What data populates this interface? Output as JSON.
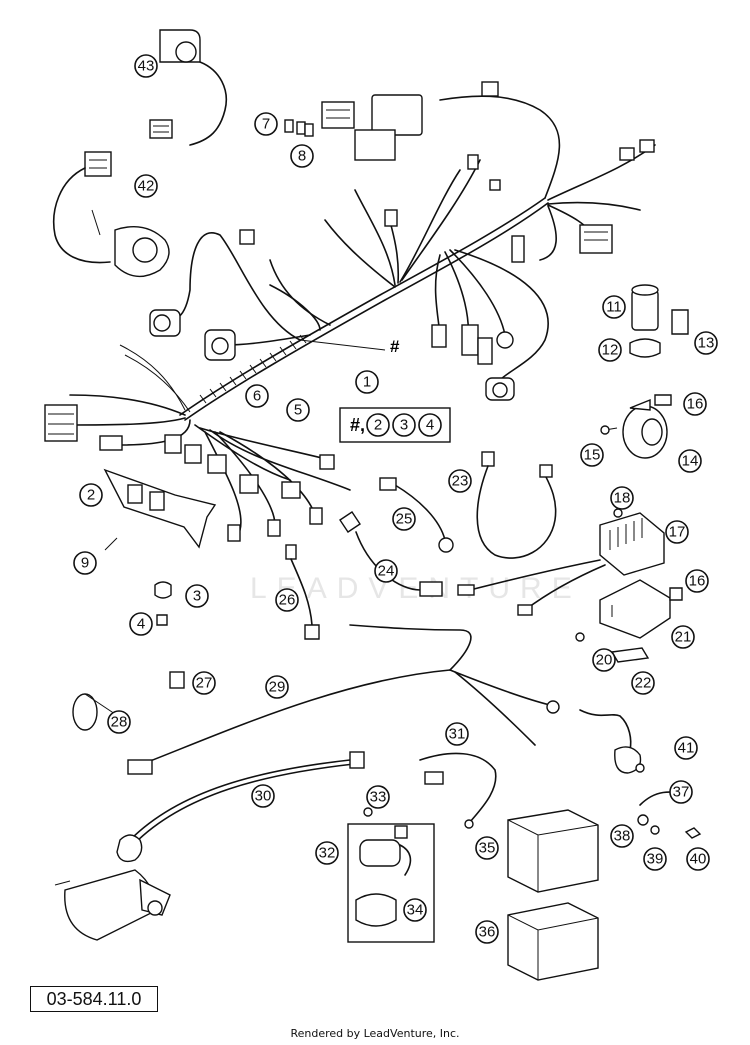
{
  "diagram": {
    "watermark": "LEADVENTURE",
    "drawing_code": "03-584.11.0",
    "footer": "Rendered by LeadVenture, Inc.",
    "assembly_callout": {
      "number": "1",
      "prefix": "#,",
      "members": [
        "2",
        "3",
        "4"
      ]
    },
    "hash_marks": [
      "#",
      "#"
    ],
    "callouts": [
      {
        "id": "43"
      },
      {
        "id": "42"
      },
      {
        "id": "7"
      },
      {
        "id": "8"
      },
      {
        "id": "11"
      },
      {
        "id": "12"
      },
      {
        "id": "13"
      },
      {
        "id": "6"
      },
      {
        "id": "5"
      },
      {
        "id": "16"
      },
      {
        "id": "15"
      },
      {
        "id": "14"
      },
      {
        "id": "2"
      },
      {
        "id": "23"
      },
      {
        "id": "18"
      },
      {
        "id": "17"
      },
      {
        "id": "9"
      },
      {
        "id": "25"
      },
      {
        "id": "3"
      },
      {
        "id": "24"
      },
      {
        "id": "16"
      },
      {
        "id": "4"
      },
      {
        "id": "26"
      },
      {
        "id": "21"
      },
      {
        "id": "20"
      },
      {
        "id": "22"
      },
      {
        "id": "27"
      },
      {
        "id": "29"
      },
      {
        "id": "28"
      },
      {
        "id": "41"
      },
      {
        "id": "31"
      },
      {
        "id": "30"
      },
      {
        "id": "37"
      },
      {
        "id": "33"
      },
      {
        "id": "38"
      },
      {
        "id": "39"
      },
      {
        "id": "40"
      },
      {
        "id": "32"
      },
      {
        "id": "35"
      },
      {
        "id": "34"
      },
      {
        "id": "36"
      }
    ]
  }
}
